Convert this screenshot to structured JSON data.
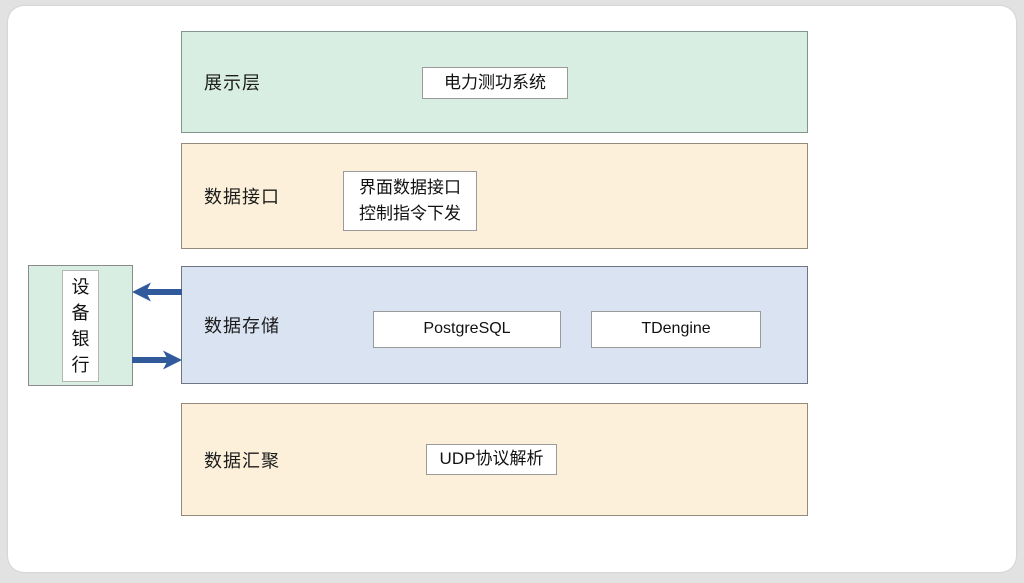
{
  "canvas": {
    "background_color": "#e2e2e2",
    "card_color": "#ffffff"
  },
  "diagram": {
    "layers": [
      {
        "id": "presentation",
        "label": "展示层",
        "fill": "#d9eee2",
        "border": "#83948a",
        "items": [
          {
            "text": "电力测功系统"
          }
        ]
      },
      {
        "id": "data-interface",
        "label": "数据接口",
        "fill": "#fcf0da",
        "border": "#94897a",
        "items": [
          {
            "lines": [
              "界面数据接口",
              "控制指令下发"
            ]
          }
        ]
      },
      {
        "id": "data-storage",
        "label": "数据存储",
        "fill": "#d9e3f2",
        "border": "#6f7583",
        "items": [
          {
            "text": "PostgreSQL"
          },
          {
            "text": "TDengine"
          }
        ]
      },
      {
        "id": "data-aggregation",
        "label": "数据汇聚",
        "fill": "#fcf0da",
        "border": "#94897a",
        "items": [
          {
            "text": "UDP协议解析"
          }
        ]
      }
    ],
    "device_bank": {
      "label": "设备银行",
      "chars": [
        "设",
        "备",
        "银",
        "行"
      ],
      "fill": "#d9eee2"
    },
    "arrows": {
      "color": "#305a9c",
      "top_direction": "left-to-device",
      "bottom_direction": "right-to-storage"
    }
  }
}
